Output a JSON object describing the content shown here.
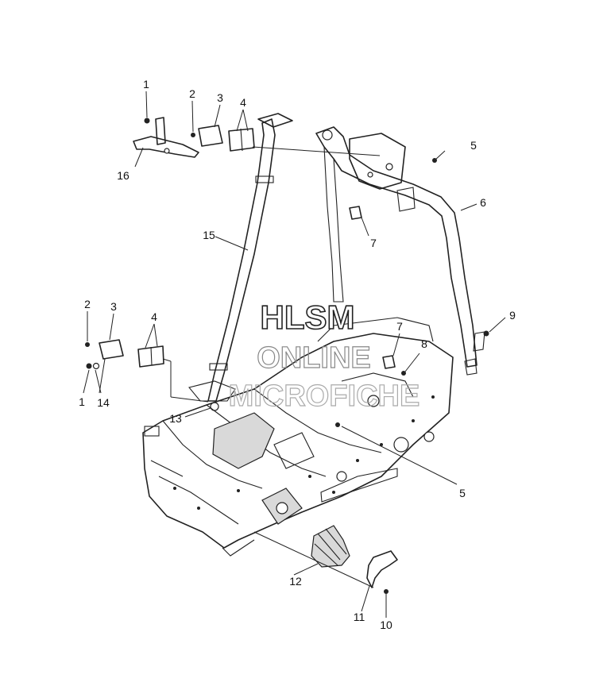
{
  "watermark": {
    "line1": "HLSM",
    "line2": "ONLINE",
    "line3": "MICROFICHE"
  },
  "callouts": {
    "c1_top": "1",
    "c2_top": "2",
    "c3_top": "3",
    "c4_top": "4",
    "c5_upper": "5",
    "c6": "6",
    "c7_upper": "7",
    "c16": "16",
    "c15": "15",
    "c2_left": "2",
    "c3_left": "3",
    "c4_left": "4",
    "c1_left": "1",
    "c14": "14",
    "c9": "9",
    "c7_lower": "7",
    "c8": "8",
    "c13": "13",
    "c5_lower": "5",
    "c12": "12",
    "c11": "11",
    "c10": "10"
  }
}
